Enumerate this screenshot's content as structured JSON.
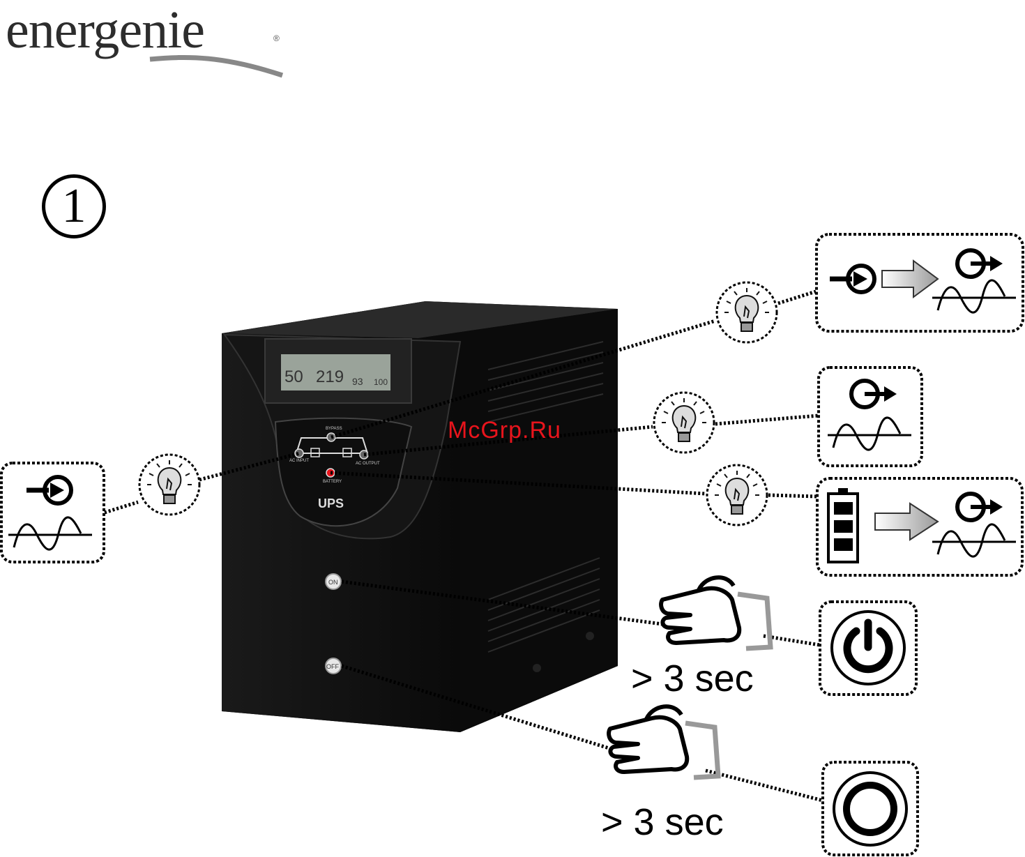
{
  "brand": {
    "logo_text": "energenie",
    "registered_mark": "®"
  },
  "step_number": "1",
  "device": {
    "panel_label": "UPS",
    "lcd_readout": [
      "50",
      "219",
      "93",
      "100"
    ],
    "mimic_labels": {
      "bypass": "BYPASS",
      "ac_input": "AC INPUT",
      "ac_output": "AC OUTPUT",
      "battery": "BATTERY"
    },
    "on_button": "ON",
    "off_button": "OFF"
  },
  "indicators": {
    "ac_input": {
      "icon": "ac-input-icon"
    },
    "bypass": {
      "icon": "bypass-mode-icon"
    },
    "ac_output": {
      "icon": "ac-output-icon"
    },
    "battery": {
      "icon": "battery-mode-icon"
    }
  },
  "actions": {
    "on": {
      "hold_text": "> 3 sec",
      "result_icon": "power-on-icon"
    },
    "off": {
      "hold_text": "> 3 sec",
      "result_icon": "power-off-icon"
    }
  },
  "watermark": "McGrp.Ru",
  "colors": {
    "battery_led": "#e8141c",
    "device_body": "#111111",
    "watermark": "#e8141c"
  }
}
